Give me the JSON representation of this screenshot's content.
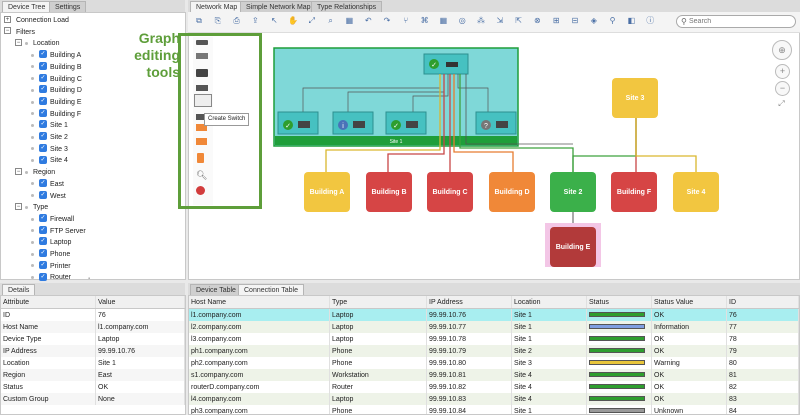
{
  "left_tabs": [
    "Device Tree",
    "Settings"
  ],
  "tree": [
    {
      "label": "Connection Load",
      "level": 0,
      "exp": "+",
      "check": false
    },
    {
      "label": "Filters",
      "level": 0,
      "exp": "−",
      "check": false
    },
    {
      "label": "Location",
      "level": 1,
      "exp": "−",
      "check": false
    },
    {
      "label": "Building A",
      "level": 2,
      "check": true
    },
    {
      "label": "Building B",
      "level": 2,
      "check": true
    },
    {
      "label": "Building C",
      "level": 2,
      "check": true
    },
    {
      "label": "Building D",
      "level": 2,
      "check": true
    },
    {
      "label": "Building E",
      "level": 2,
      "check": true
    },
    {
      "label": "Building F",
      "level": 2,
      "check": true
    },
    {
      "label": "Site 1",
      "level": 2,
      "check": true
    },
    {
      "label": "Site 2",
      "level": 2,
      "check": true
    },
    {
      "label": "Site 3",
      "level": 2,
      "check": true
    },
    {
      "label": "Site 4",
      "level": 2,
      "check": true
    },
    {
      "label": "Region",
      "level": 1,
      "exp": "−",
      "check": false
    },
    {
      "label": "East",
      "level": 2,
      "check": true
    },
    {
      "label": "West",
      "level": 2,
      "check": true
    },
    {
      "label": "Type",
      "level": 1,
      "exp": "−",
      "check": false
    },
    {
      "label": "Firewall",
      "level": 2,
      "check": true
    },
    {
      "label": "FTP Server",
      "level": 2,
      "check": true
    },
    {
      "label": "Laptop",
      "level": 2,
      "check": true
    },
    {
      "label": "Phone",
      "level": 2,
      "check": true
    },
    {
      "label": "Printer",
      "level": 2,
      "check": true
    },
    {
      "label": "Router",
      "level": 2,
      "check": true
    }
  ],
  "map_tabs": [
    "Network Map",
    "Simple Network Map",
    "Type Relationships"
  ],
  "search": {
    "placeholder": "Search"
  },
  "annotation": {
    "line1": "Graph",
    "line2": "editing",
    "line3": "tools"
  },
  "tooltip": "Create Switch",
  "nodes": {
    "site1": "Site 1",
    "site3": "Site 3",
    "buildingA": "Building A",
    "buildingB": "Building B",
    "buildingC": "Building C",
    "buildingD": "Building D",
    "site2": "Site 2",
    "buildingF": "Building F",
    "site4": "Site 4",
    "buildingE": "Building E"
  },
  "details": {
    "tab": "Details",
    "headers": [
      "Attribute",
      "Value"
    ],
    "rows": [
      [
        "ID",
        "76"
      ],
      [
        "Host Name",
        "l1.company.com"
      ],
      [
        "Device Type",
        "Laptop"
      ],
      [
        "IP Address",
        "99.99.10.76"
      ],
      [
        "Location",
        "Site 1"
      ],
      [
        "Region",
        "East"
      ],
      [
        "Status",
        "OK"
      ],
      [
        "Custom Group",
        "None"
      ]
    ]
  },
  "bottom_tabs": [
    "Device Table",
    "Connection Table"
  ],
  "device_table": {
    "headers": [
      "Host Name",
      "Type",
      "IP Address",
      "Location",
      "Status",
      "Status Value",
      "ID"
    ],
    "rows": [
      {
        "host": "l1.company.com",
        "type": "Laptop",
        "ip": "99.99.10.76",
        "loc": "Site 1",
        "bar": "#2e9e2e",
        "sv": "OK",
        "id": "76",
        "sel": true
      },
      {
        "host": "l2.company.com",
        "type": "Laptop",
        "ip": "99.99.10.77",
        "loc": "Site 1",
        "bar": "#7f9ee0",
        "sv": "Information",
        "id": "77"
      },
      {
        "host": "l3.company.com",
        "type": "Laptop",
        "ip": "99.99.10.78",
        "loc": "Site 1",
        "bar": "#2e9e2e",
        "sv": "OK",
        "id": "78"
      },
      {
        "host": "ph1.company.com",
        "type": "Phone",
        "ip": "99.99.10.79",
        "loc": "Site 2",
        "bar": "#2e9e2e",
        "sv": "OK",
        "id": "79"
      },
      {
        "host": "ph2.company.com",
        "type": "Phone",
        "ip": "99.99.10.80",
        "loc": "Site 3",
        "bar": "#e8c53a",
        "sv": "Warning",
        "id": "80"
      },
      {
        "host": "s1.company.com",
        "type": "Workstation",
        "ip": "99.99.10.81",
        "loc": "Site 4",
        "bar": "#2e9e2e",
        "sv": "OK",
        "id": "81"
      },
      {
        "host": "routerD.company.com",
        "type": "Router",
        "ip": "99.99.10.82",
        "loc": "Site 4",
        "bar": "#2e9e2e",
        "sv": "OK",
        "id": "82"
      },
      {
        "host": "l4.company.com",
        "type": "Laptop",
        "ip": "99.99.10.83",
        "loc": "Site 4",
        "bar": "#2e9e2e",
        "sv": "OK",
        "id": "83"
      },
      {
        "host": "ph3.company.com",
        "type": "Phone",
        "ip": "99.99.10.84",
        "loc": "Site 1",
        "bar": "#999999",
        "sv": "Unknown",
        "id": "84"
      }
    ]
  }
}
